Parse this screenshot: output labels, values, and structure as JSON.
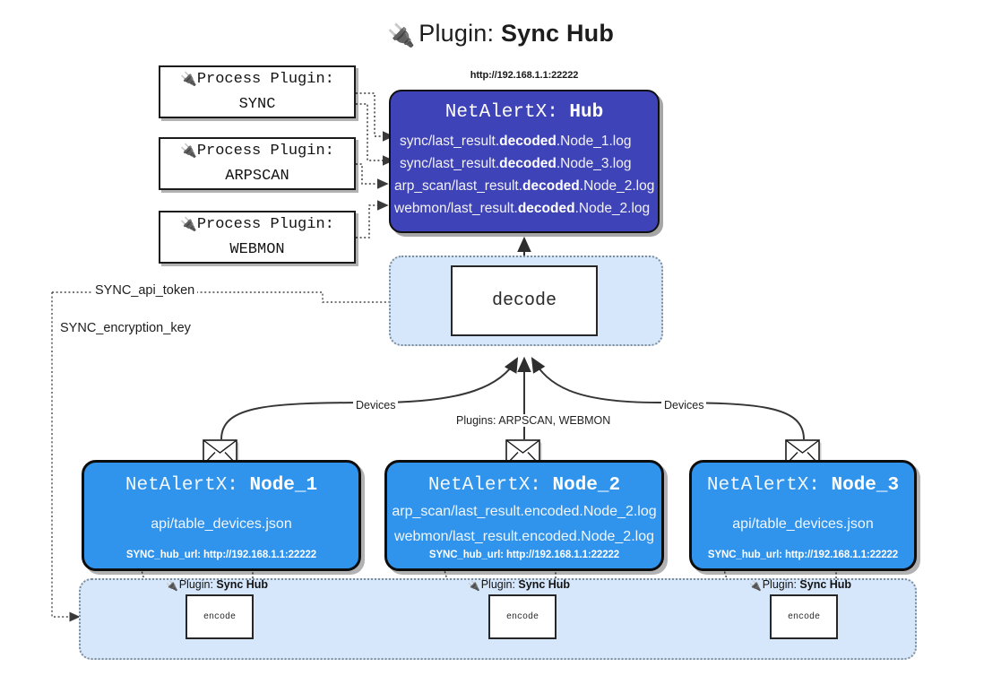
{
  "title": {
    "icon": "plug-icon",
    "glyph": "🔌",
    "prefix": "Plugin: ",
    "name": "Sync Hub"
  },
  "process_plugins": [
    {
      "icon": "plug-icon",
      "glyph": "🔌",
      "line1": "Process Plugin:",
      "line2": "SYNC"
    },
    {
      "icon": "plug-icon",
      "glyph": "🔌",
      "line1": "Process Plugin:",
      "line2": "ARPSCAN"
    },
    {
      "icon": "plug-icon",
      "glyph": "🔌",
      "line1": "Process Plugin:",
      "line2": "WEBMON"
    }
  ],
  "hub": {
    "url": "http://192.168.1.1:22222",
    "title_prefix": "NetAlertX: ",
    "title_name": "Hub",
    "logs": [
      {
        "pre": "sync/last_result.",
        "mid": "decoded",
        "post": ".Node_1.log"
      },
      {
        "pre": "sync/last_result.",
        "mid": "decoded",
        "post": ".Node_3.log"
      },
      {
        "pre": "arp_scan/last_result.",
        "mid": "decoded",
        "post": ".Node_2.log"
      },
      {
        "pre": "webmon/last_result.",
        "mid": "decoded",
        "post": ".Node_2.log"
      }
    ],
    "color": "#3f43b8"
  },
  "decode": {
    "label": "decode"
  },
  "secrets": [
    {
      "label": "SYNC_api_token"
    },
    {
      "label": "SYNC_encryption_key"
    }
  ],
  "flow_labels": {
    "devices_left": "Devices",
    "devices_right": "Devices",
    "plugins_center": "Plugins: ARPSCAN, WEBMON"
  },
  "nodes": [
    {
      "title_prefix": "NetAlertX: ",
      "title_name": "Node_1",
      "files": [
        "api/table_devices.json"
      ],
      "footer": "SYNC_hub_url: http://192.168.1.1:22222",
      "color": "#3094ec",
      "envelope_icon": "envelope-icon"
    },
    {
      "title_prefix": "NetAlertX: ",
      "title_name": "Node_2",
      "files": [
        "arp_scan/last_result.encoded.Node_2.log",
        "webmon/last_result.encoded.Node_2.log"
      ],
      "footer": "SYNC_hub_url: http://192.168.1.1:22222",
      "color": "#3094ec",
      "envelope_icon": "envelope-icon"
    },
    {
      "title_prefix": "NetAlertX: ",
      "title_name": "Node_3",
      "files": [
        "api/table_devices.json"
      ],
      "footer": "SYNC_hub_url: http://192.168.1.1:22222",
      "color": "#3094ec",
      "envelope_icon": "envelope-icon"
    }
  ],
  "encoders": [
    {
      "plugin_prefix": "Plugin: ",
      "plugin_name": "Sync Hub",
      "glyph": "🔌",
      "label": "encode"
    },
    {
      "plugin_prefix": "Plugin: ",
      "plugin_name": "Sync Hub",
      "glyph": "🔌",
      "label": "encode"
    },
    {
      "plugin_prefix": "Plugin: ",
      "plugin_name": "Sync Hub",
      "glyph": "🔌",
      "label": "encode"
    }
  ],
  "colors": {
    "hub": "#3f43b8",
    "node": "#3094ec",
    "container": "#d6e7fb",
    "stroke": "#101010"
  }
}
